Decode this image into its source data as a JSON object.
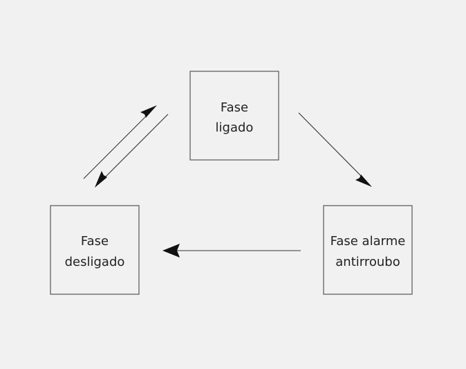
{
  "nodes": {
    "on": {
      "line1": "Fase",
      "line2": "ligado"
    },
    "off": {
      "line1": "Fase",
      "line2": "desligado"
    },
    "alarm": {
      "line1": "Fase alarme",
      "line2": "antirroubo"
    }
  },
  "colors": {
    "background": "#f1f1f1",
    "box_border": "#555555",
    "text": "#222222",
    "arrow": "#111111"
  }
}
